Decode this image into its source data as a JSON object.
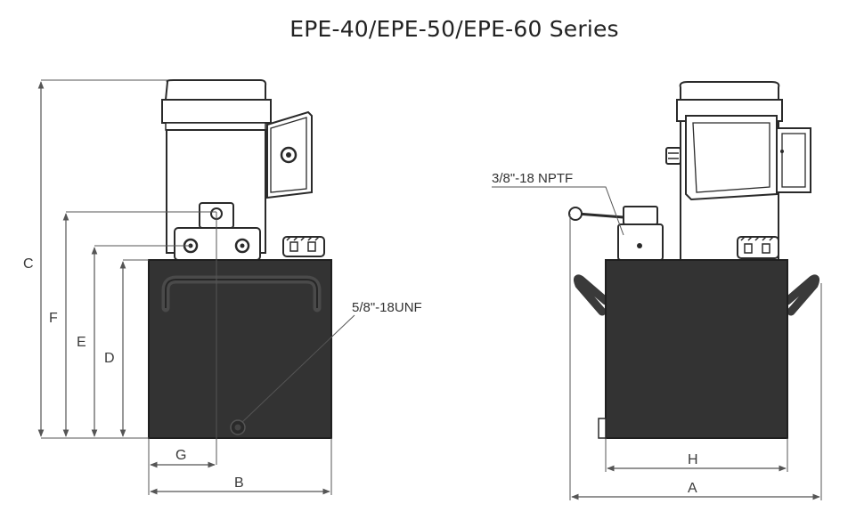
{
  "title": "EPE-40/EPE-50/EPE-60  Series",
  "front_view": {
    "dimensions": {
      "c": "C",
      "f": "F",
      "e": "E",
      "d": "D",
      "g": "G",
      "b": "B"
    },
    "callout": "5/8\"-18UNF"
  },
  "side_view": {
    "dimensions": {
      "h": "H",
      "a": "A"
    },
    "callout": "3/8\"-18 NPTF"
  },
  "colors": {
    "tank": "#333333",
    "outline": "#2a2a2a",
    "dimension_line": "#555555",
    "background": "#ffffff"
  }
}
